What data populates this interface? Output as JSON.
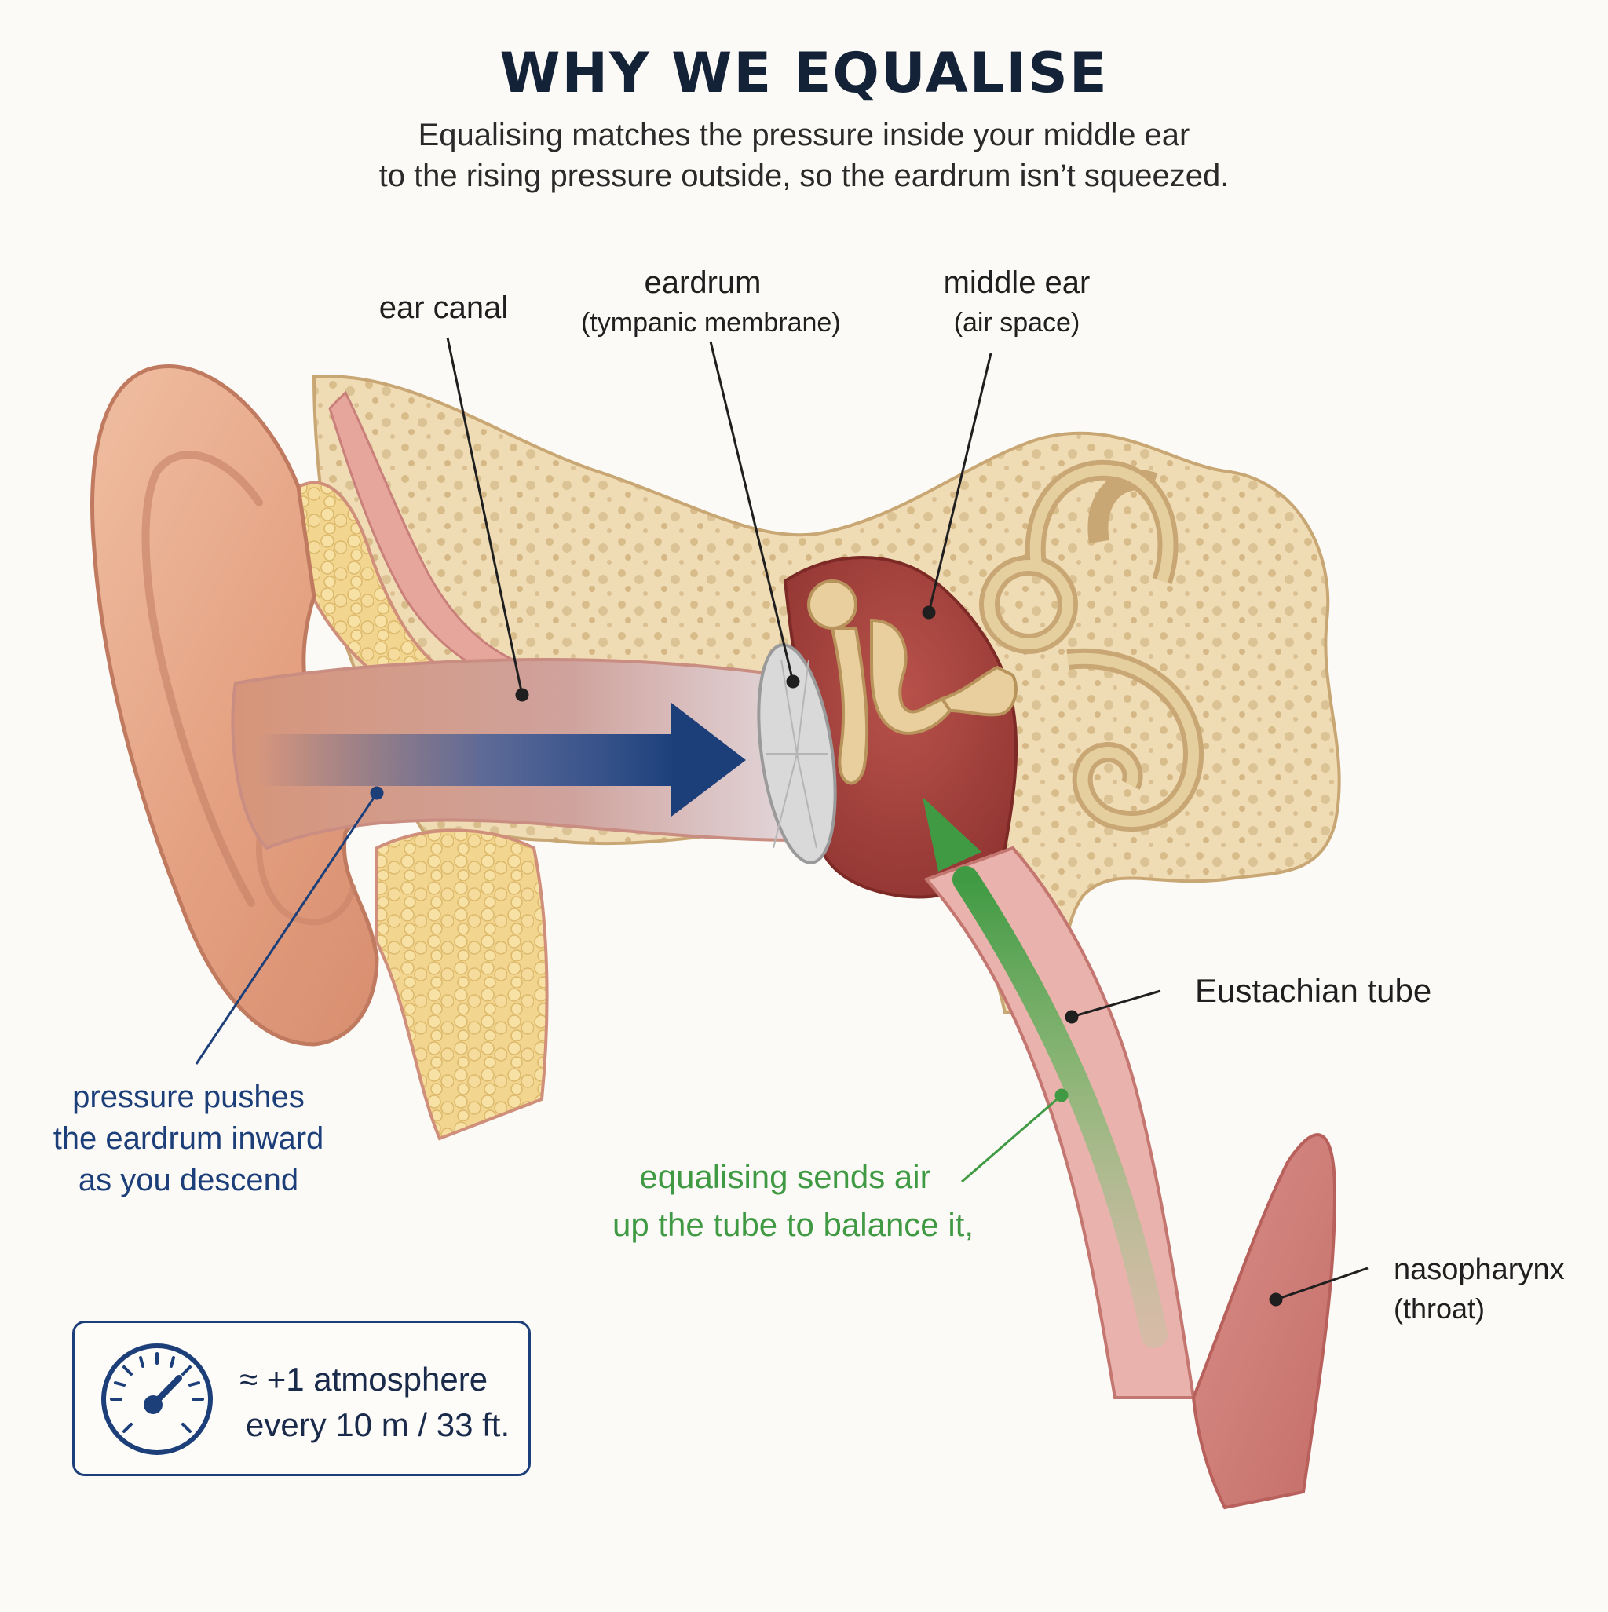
{
  "header": {
    "title": "WHY WE EQUALISE",
    "subtitle_line1": "Equalising matches the pressure inside your middle ear",
    "subtitle_line2": "to the rising pressure outside, so the eardrum isn’t squeezed."
  },
  "labels": {
    "ear_canal": "ear canal",
    "eardrum": "eardrum",
    "eardrum_sub": "(tympanic membrane)",
    "middle_ear": "middle ear",
    "middle_ear_sub": "(air space)",
    "eustachian_tube": "Eustachian tube",
    "nasopharynx": "nasopharynx",
    "nasopharynx_sub": "(throat)"
  },
  "callouts": {
    "pressure_line1": "pressure pushes",
    "pressure_line2": "the eardrum inward",
    "pressure_line3": "as you descend",
    "equalise_line1": "equalising sends air",
    "equalise_line2": "up the tube to balance it,"
  },
  "note": {
    "icon": "pressure-gauge-icon",
    "line1": "≈  +1 atmosphere",
    "line2": "every 10 m / 33 ft."
  },
  "colors": {
    "pressure_arrow": "#1c3f7a",
    "equalise_arrow": "#4a9e48",
    "skin": "#e6a98a",
    "bone": "#efdcb4",
    "middle_ear_cavity": "#a8433e",
    "tube_lining": "#e8a7a2"
  }
}
